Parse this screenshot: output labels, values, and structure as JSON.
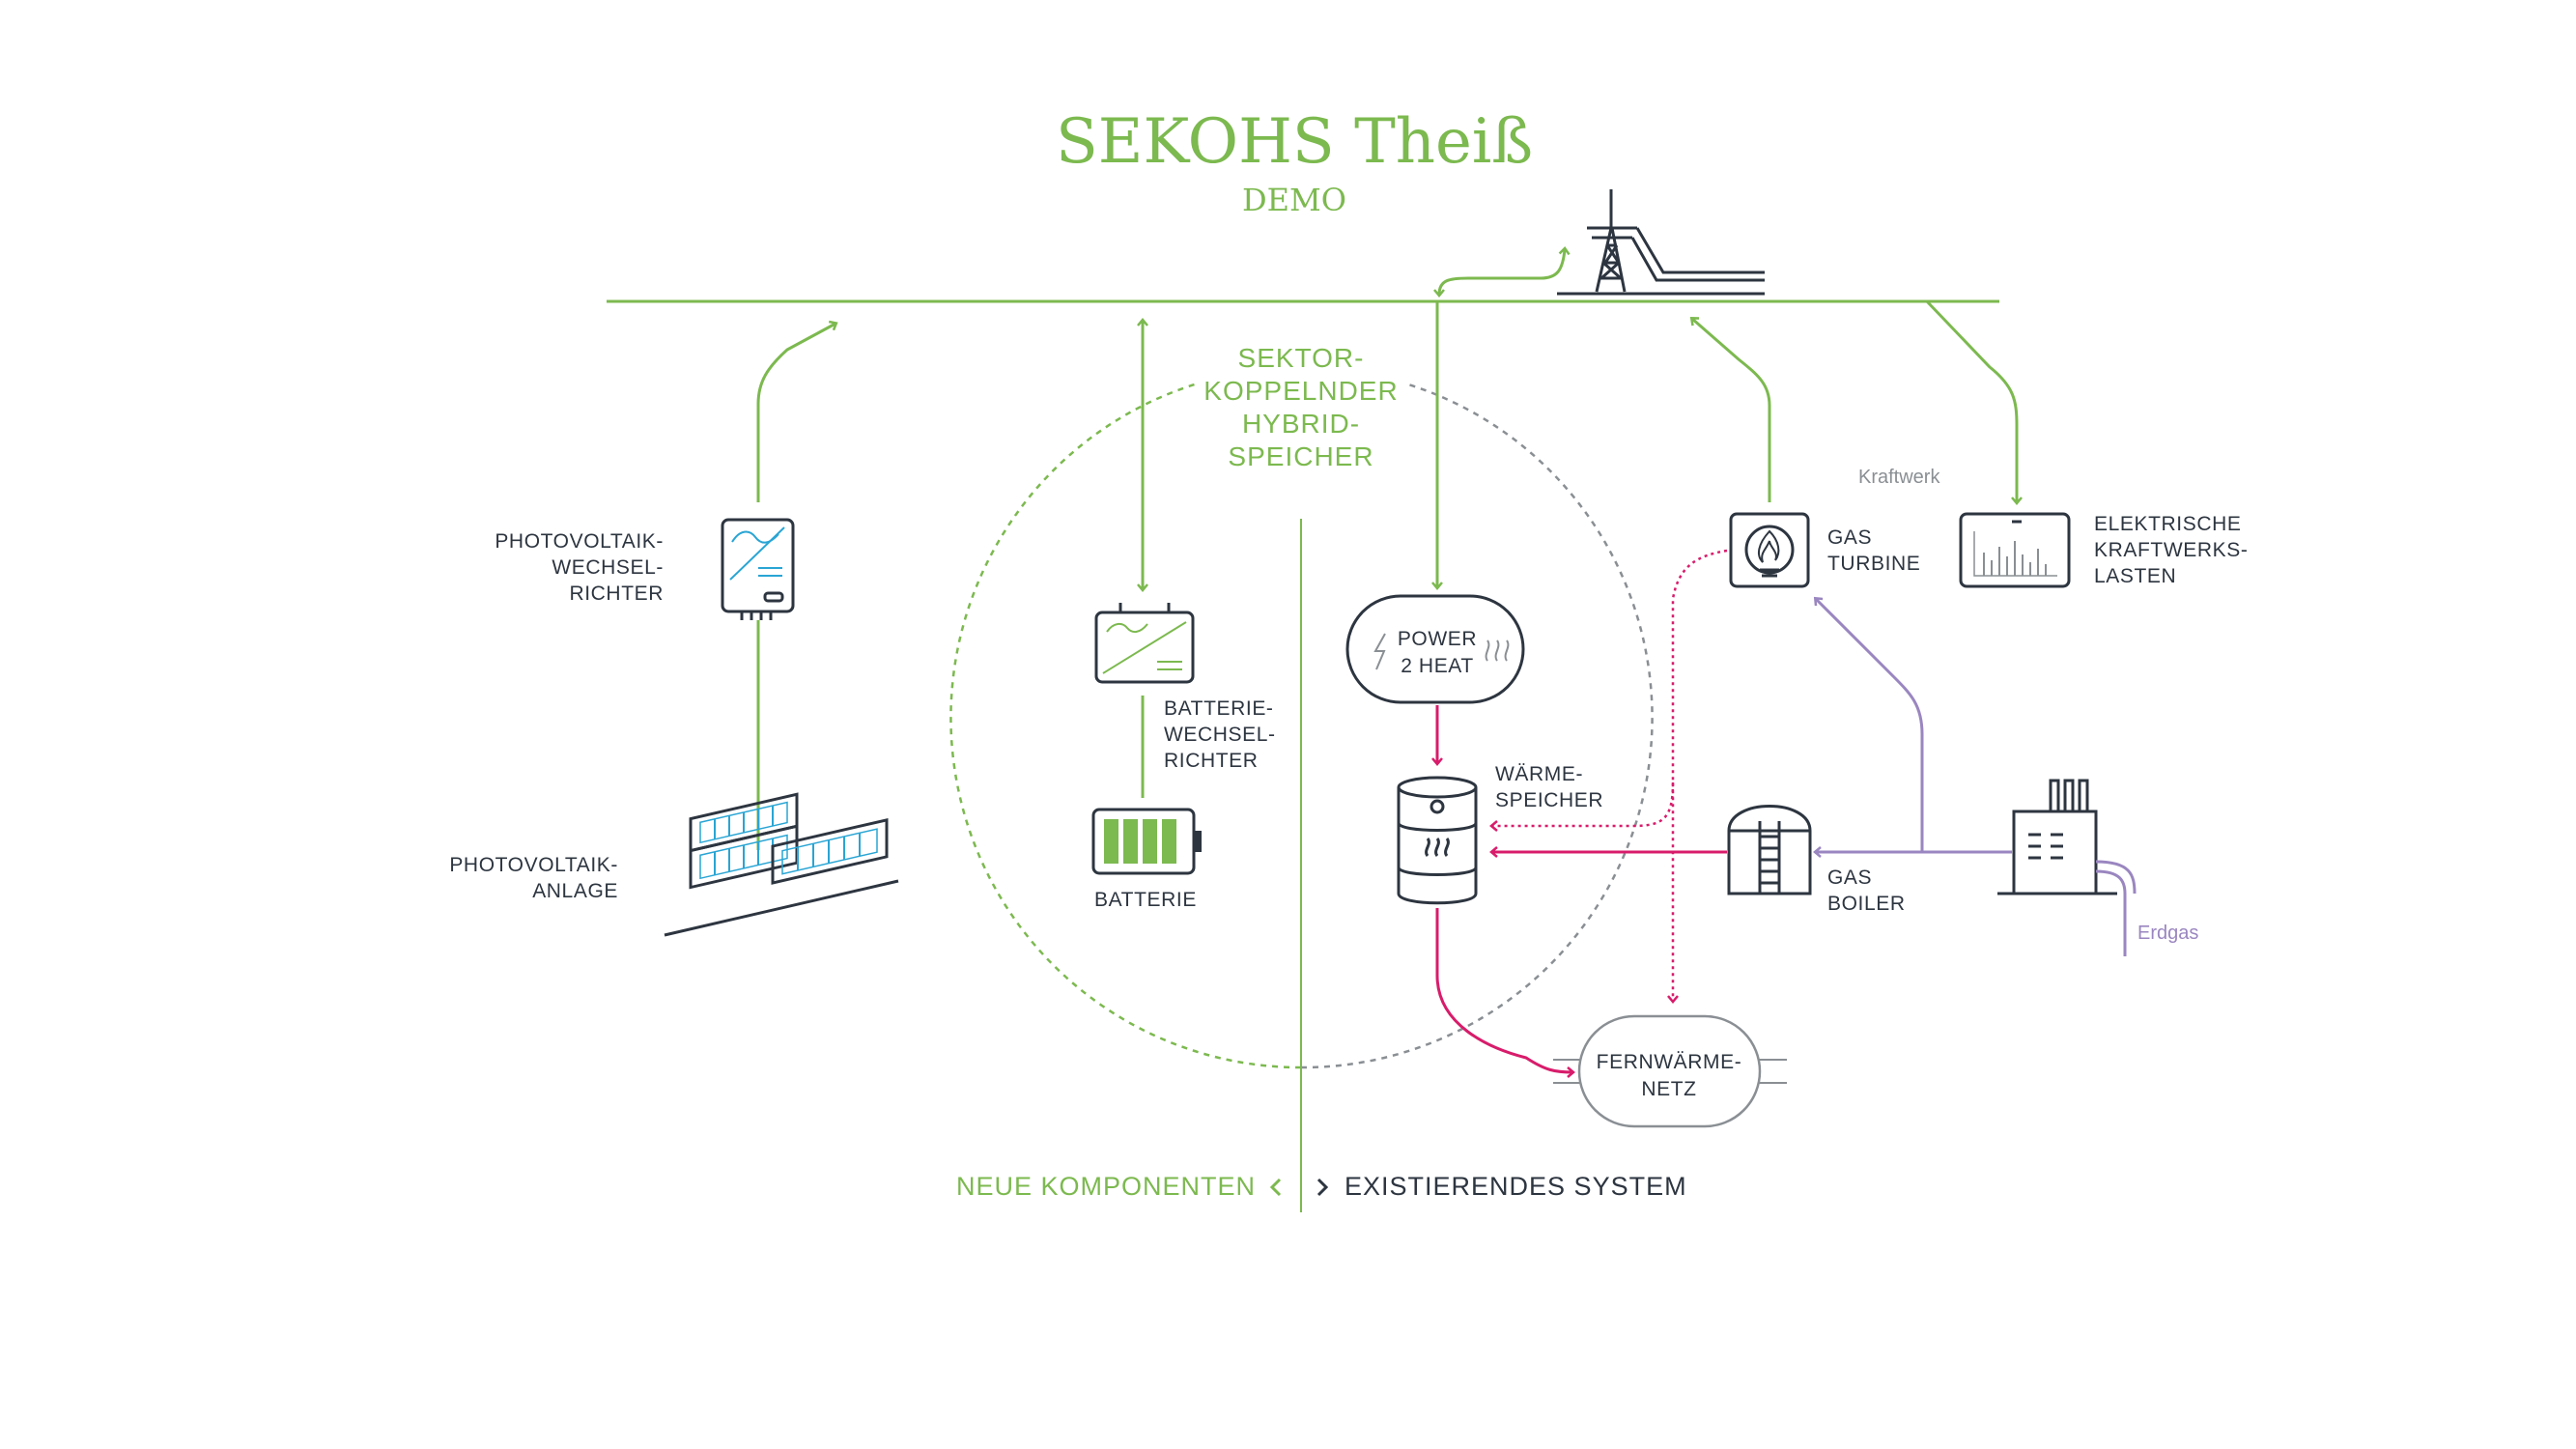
{
  "title": "SEKOHS Theiß",
  "subtitle": "DEMO",
  "hybrid_storage_label": [
    "SEKTOR-",
    "KOPPELNDER",
    "HYBRID-",
    "SPEICHER"
  ],
  "components": {
    "pv_inverter": [
      "PHOTOVOLTAIK-",
      "WECHSEL-",
      "RICHTER"
    ],
    "pv_plant": [
      "PHOTOVOLTAIK-",
      "ANLAGE"
    ],
    "battery_inverter": [
      "BATTERIE-",
      "WECHSEL-",
      "RICHTER"
    ],
    "battery": "BATTERIE",
    "power2heat": [
      "POWER",
      "2 HEAT"
    ],
    "heat_storage": [
      "WÄRME-",
      "SPEICHER"
    ],
    "district_heating": [
      "FERNWÄRME-",
      "NETZ"
    ],
    "gas_turbine": [
      "GAS",
      "TURBINE"
    ],
    "gas_boiler": [
      "GAS",
      "BOILER"
    ],
    "plant_loads": [
      "ELEKTRISCHE",
      "KRAFTWERKS-",
      "LASTEN"
    ],
    "power_plant": "Kraftwerk",
    "natural_gas": "Erdgas"
  },
  "legend": {
    "new": "NEUE KOMPONENTEN",
    "existing": "EXISTIERENDES SYSTEM"
  },
  "icons": [
    "pylon-icon",
    "inverter-icon",
    "solar-panel-icon",
    "battery-icon",
    "flame-icon",
    "chart-icon",
    "tank-icon",
    "factory-icon"
  ],
  "colors": {
    "new_components": "#7cb94f",
    "heat_flow": "#d81c6b",
    "gas_flow": "#9a86c0",
    "existing": "#2d3540",
    "solar_cells": "#29a5d4"
  }
}
